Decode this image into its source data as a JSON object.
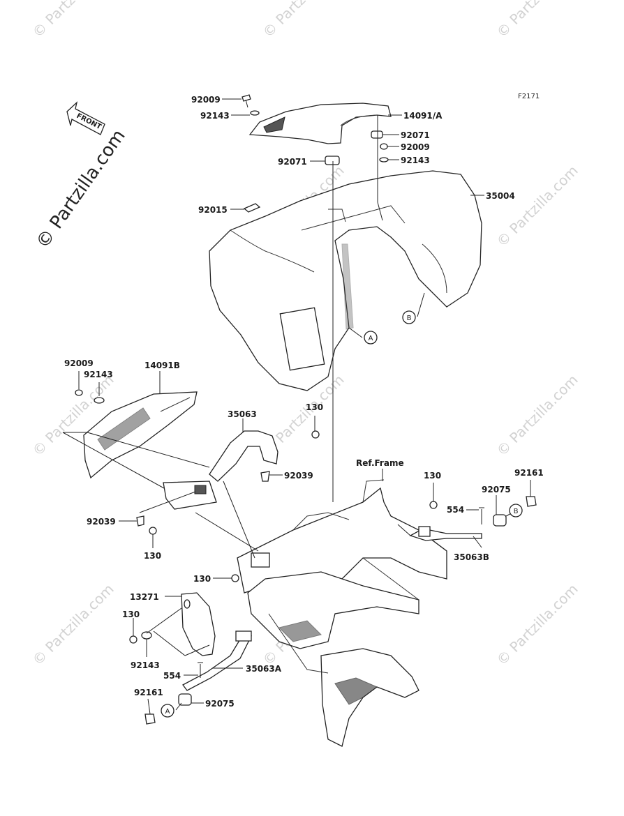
{
  "figure_code": "F2171",
  "front_arrow_label": "FRONT",
  "watermark_text": "© Partzilla.com",
  "reference_label": "Ref.Frame",
  "part_labels": {
    "p92009_top": "92009",
    "p92143_top": "92143",
    "p14091A": "14091/A",
    "p92071_right": "92071",
    "p92009_right": "92009",
    "p92071_left": "92071",
    "p92143_right": "92143",
    "p35004": "35004",
    "p92015": "92015",
    "p92009_left": "92009",
    "p92143_left": "92143",
    "p14091B": "14091B",
    "p130_a": "130",
    "p35063": "35063",
    "p92039_a": "92039",
    "p92039_b": "92039",
    "p130_b": "130",
    "p130_c": "130",
    "p92161_right": "92161",
    "p92075_right": "92075",
    "p554_right": "554",
    "p35063B": "35063B",
    "p130_d": "130",
    "p13271": "13271",
    "p130_e": "130",
    "p92143_low": "92143",
    "p554_left": "554",
    "p35063A": "35063A",
    "p92161_left": "92161",
    "p92075_left": "92075"
  },
  "callouts": {
    "a_upper": "A",
    "b_upper": "B",
    "b_right": "B",
    "a_lower": "A"
  }
}
